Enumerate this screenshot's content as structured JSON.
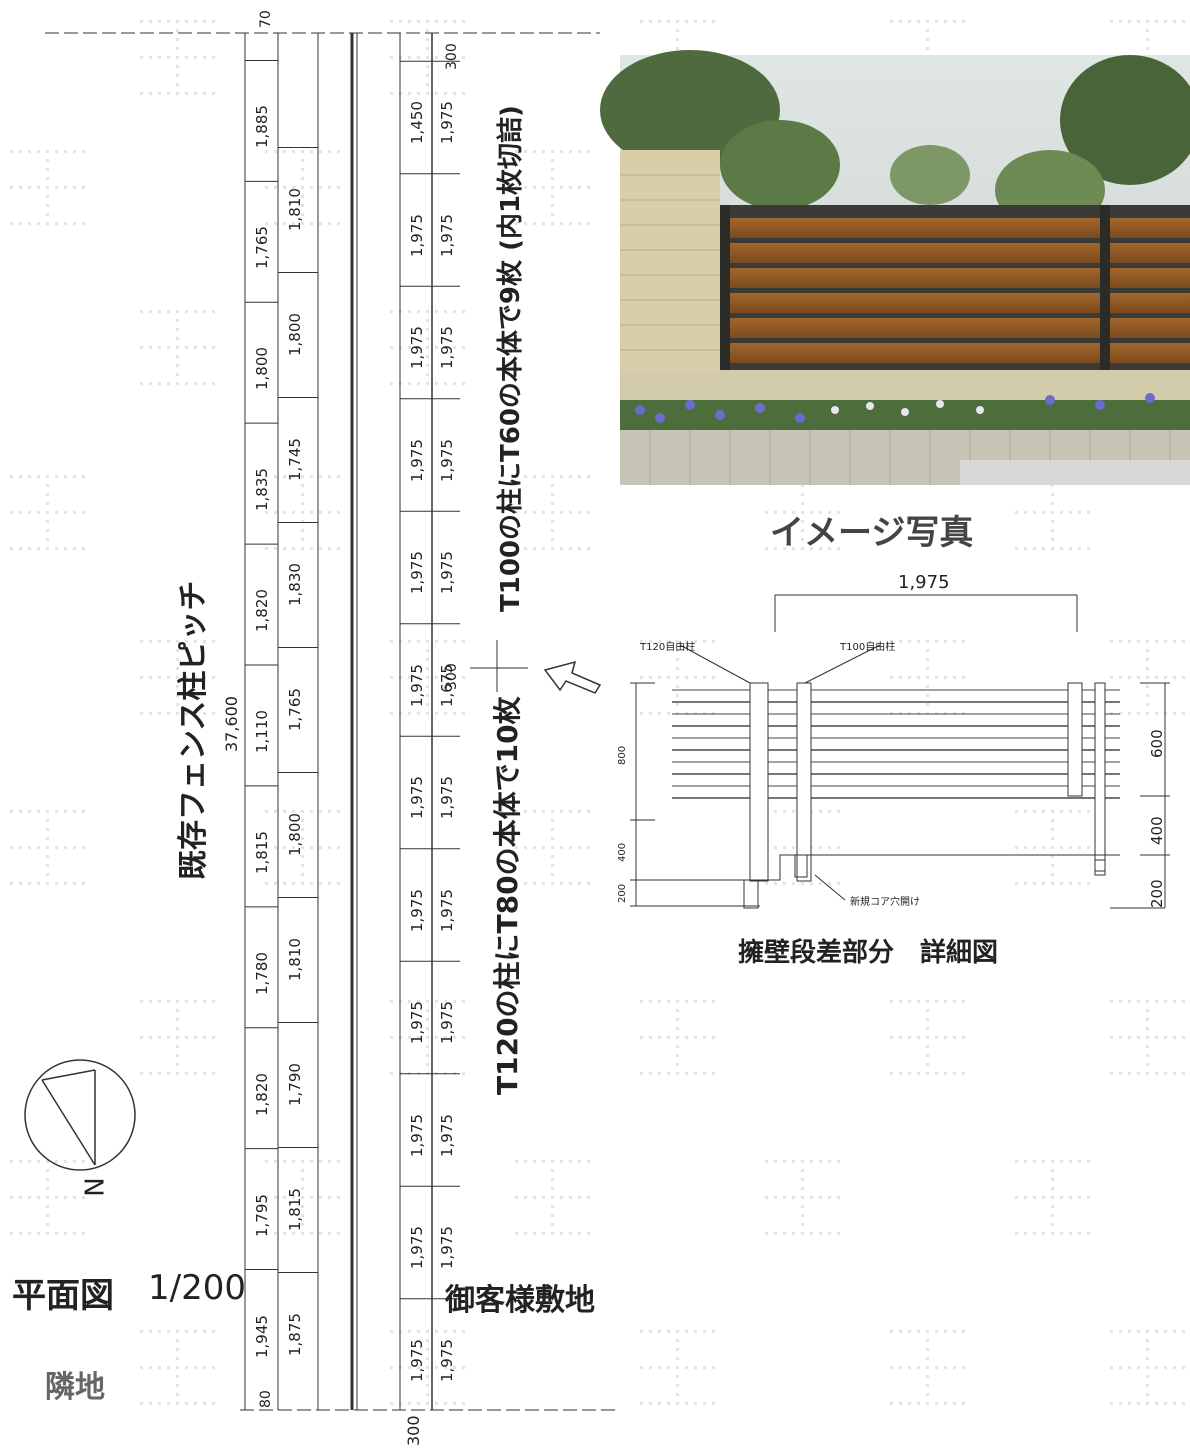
{
  "watermark_char": "止",
  "plan": {
    "title": "平面図",
    "scale": "1/200",
    "neighbor_label": "隣地",
    "customer_label": "御客様敷地",
    "north_label": "N",
    "existing_pitch_label": "既存フェンス柱ピッチ",
    "total_length": "37,600",
    "existing_pitches_outer": [
      "1,885",
      "1,765",
      "1,800",
      "1,835",
      "1,820",
      "1,110",
      "1,815",
      "1,780",
      "1,820",
      "1,795",
      "1,945"
    ],
    "existing_pitches_inner": [
      "1,810",
      "1,800",
      "1,745",
      "1,830",
      "1,765",
      "1,800",
      "1,810",
      "1,790",
      "1,815",
      "1,875"
    ],
    "edge_top": "70",
    "edge_bottom": "80",
    "new_pitches_a": [
      "1,450",
      "1,975",
      "1,975",
      "1,975",
      "1,975",
      "1,975",
      "1,975",
      "1,975",
      "1,975",
      "1,975",
      "1,975",
      "1,975"
    ],
    "new_pitches_b": [
      "1,975",
      "1,975",
      "1,975",
      "1,975",
      "1,975",
      "1,675",
      "1,975",
      "1,975",
      "1,975",
      "1,975",
      "1,975",
      "1,975"
    ],
    "new_edge_top": "300",
    "new_edge_mid": "300",
    "new_edge_bottom": "300",
    "note_t100": "T100の柱にT60の本体で9枚 (内1枚切詰)",
    "note_t120": "T120の柱にT80の本体で10枚"
  },
  "photo": {
    "caption": "イメージ写真"
  },
  "detail": {
    "title": "擁壁段差部分　詳細図",
    "span": "1,975",
    "post_t120": "T120自由柱",
    "post_t100": "T100自由柱",
    "core_note": "新規コア穴開け",
    "dim_800": "800",
    "dim_400_left": "400",
    "dim_200_left": "200",
    "dim_600": "600",
    "dim_400_right": "400",
    "dim_200_right": "200"
  }
}
